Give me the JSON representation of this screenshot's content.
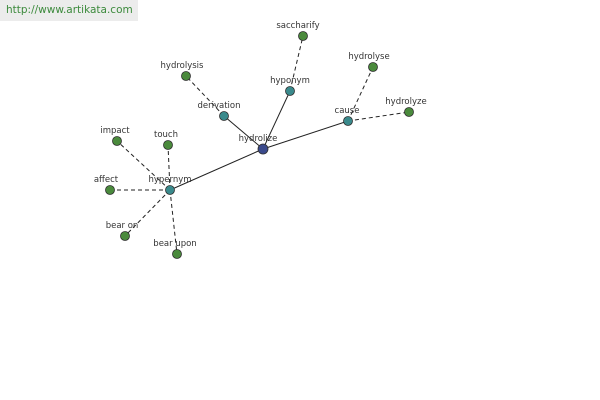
{
  "source_url": "http://www.artikata.com",
  "colors": {
    "root": "#3b4a8c",
    "relation": "#3a8a8c",
    "word": "#4a8a3c",
    "node_stroke": "#2e2e2e",
    "edge": "#222222"
  },
  "graph": {
    "nodes": [
      {
        "id": "hydrolize",
        "label": "hydrolize",
        "kind": "root"
      },
      {
        "id": "derivation",
        "label": "derivation",
        "kind": "relation"
      },
      {
        "id": "hyponym",
        "label": "hyponym",
        "kind": "relation"
      },
      {
        "id": "cause",
        "label": "cause",
        "kind": "relation"
      },
      {
        "id": "hypernym",
        "label": "hypernym",
        "kind": "relation"
      },
      {
        "id": "hydrolysis",
        "label": "hydrolysis",
        "kind": "word"
      },
      {
        "id": "saccharify",
        "label": "saccharify",
        "kind": "word"
      },
      {
        "id": "hydrolyse",
        "label": "hydrolyse",
        "kind": "word"
      },
      {
        "id": "hydrolyze",
        "label": "hydrolyze",
        "kind": "word"
      },
      {
        "id": "impact",
        "label": "impact",
        "kind": "word"
      },
      {
        "id": "touch",
        "label": "touch",
        "kind": "word"
      },
      {
        "id": "affect",
        "label": "affect",
        "kind": "word"
      },
      {
        "id": "bear-on",
        "label": "bear on",
        "kind": "word"
      },
      {
        "id": "bear-upon",
        "label": "bear upon",
        "kind": "word"
      }
    ],
    "edges": [
      {
        "from": "hydrolize",
        "to": "derivation",
        "style": "solid"
      },
      {
        "from": "hydrolize",
        "to": "hyponym",
        "style": "solid"
      },
      {
        "from": "hydrolize",
        "to": "cause",
        "style": "solid"
      },
      {
        "from": "hydrolize",
        "to": "hypernym",
        "style": "solid"
      },
      {
        "from": "derivation",
        "to": "hydrolysis",
        "style": "dashed"
      },
      {
        "from": "hyponym",
        "to": "saccharify",
        "style": "dashed"
      },
      {
        "from": "cause",
        "to": "hydrolyse",
        "style": "dashed"
      },
      {
        "from": "cause",
        "to": "hydrolyze",
        "style": "dashed"
      },
      {
        "from": "hypernym",
        "to": "impact",
        "style": "dashed"
      },
      {
        "from": "hypernym",
        "to": "touch",
        "style": "dashed"
      },
      {
        "from": "hypernym",
        "to": "affect",
        "style": "dashed"
      },
      {
        "from": "hypernym",
        "to": "bear-on",
        "style": "dashed"
      },
      {
        "from": "hypernym",
        "to": "bear-upon",
        "style": "dashed"
      }
    ]
  }
}
